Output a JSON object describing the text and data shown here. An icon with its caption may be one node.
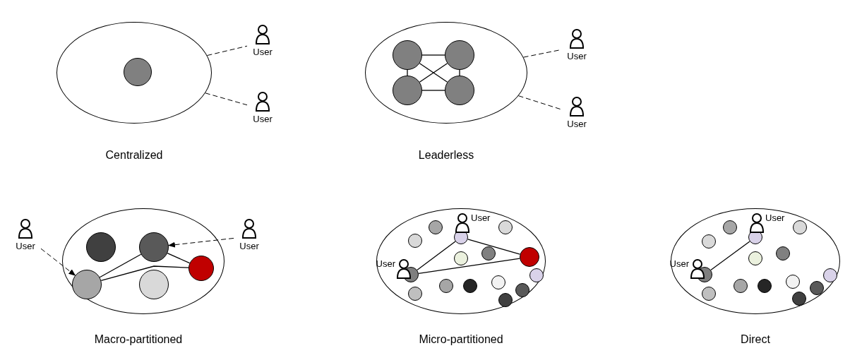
{
  "diagram": {
    "nodes": [
      {
        "text": [],
        "shape": "ellipse"
      },
      {
        "text": [],
        "shape": "circle",
        "in": 0
      },
      {
        "text": [
          "User"
        ]
      },
      {
        "text": [
          "User"
        ]
      },
      {
        "text": [],
        "shape": "ellipse"
      },
      {
        "text": [],
        "shape": "circle",
        "in": 4
      },
      {
        "text": [],
        "shape": "circle",
        "in": 4
      },
      {
        "text": [],
        "shape": "circle",
        "in": 4
      },
      {
        "text": [],
        "shape": "circle",
        "in": 4
      },
      {
        "text": [
          "User"
        ]
      },
      {
        "text": [
          "User"
        ]
      },
      {
        "text": [
          "User"
        ]
      },
      {
        "text": [],
        "shape": "ellipse"
      },
      {
        "text": [],
        "shape": "circle",
        "in": 12
      },
      {
        "text": [],
        "shape": "circle",
        "in": 12
      },
      {
        "text": [],
        "shape": "circle",
        "in": 12
      },
      {
        "text": [],
        "shape": "circle",
        "in": 12
      },
      {
        "text": [],
        "shape": "circle",
        "in": 12
      },
      {
        "text": [
          "User"
        ]
      },
      {
        "text": [],
        "shape": "ellipse"
      },
      {
        "text": [],
        "shape": "circle",
        "in": 19
      },
      {
        "text": [
          "User"
        ],
        "in": 19
      },
      {
        "text": [],
        "shape": "circle",
        "in": 19
      },
      {
        "text": [],
        "shape": "circle",
        "in": 19
      },
      {
        "text": [],
        "shape": "circle",
        "in": 19
      },
      {
        "text": [],
        "shape": "circle",
        "in": 19
      },
      {
        "text": [],
        "shape": "circle",
        "in": 19
      },
      {
        "text": [],
        "shape": "circle",
        "in": 19
      },
      {
        "text": [
          "User"
        ],
        "in": 19
      },
      {
        "text": [],
        "shape": "circle",
        "in": 19
      },
      {
        "text": [],
        "shape": "circle",
        "in": 19
      },
      {
        "text": [],
        "shape": "circle",
        "in": 19
      },
      {
        "text": [],
        "shape": "circle",
        "in": 19
      },
      {
        "text": [],
        "shape": "circle",
        "in": 19
      },
      {
        "text": [],
        "shape": "circle",
        "in": 19
      },
      {
        "text": [],
        "shape": "circle",
        "in": 19
      },
      {
        "text": [],
        "shape": "circle",
        "in": 19
      },
      {
        "text": [],
        "shape": "ellipse"
      },
      {
        "text": [],
        "shape": "circle",
        "in": 37
      },
      {
        "text": [
          "User"
        ],
        "in": 37
      },
      {
        "text": [],
        "shape": "circle",
        "in": 37
      },
      {
        "text": [],
        "shape": "circle",
        "in": 37
      },
      {
        "text": [],
        "shape": "circle",
        "in": 37
      },
      {
        "text": [],
        "shape": "circle",
        "in": 37
      },
      {
        "text": [],
        "shape": "circle",
        "in": 37
      },
      {
        "text": [
          "User"
        ],
        "in": 37
      },
      {
        "text": [],
        "shape": "circle",
        "in": 37
      },
      {
        "text": [],
        "shape": "circle",
        "in": 37
      },
      {
        "text": [],
        "shape": "circle",
        "in": 37
      },
      {
        "text": [],
        "shape": "circle",
        "in": 37
      },
      {
        "text": [],
        "shape": "circle",
        "in": 37
      },
      {
        "text": [],
        "shape": "circle",
        "in": 37
      },
      {
        "text": [],
        "shape": "circle",
        "in": 37
      },
      {
        "text": [],
        "shape": "circle",
        "in": 37
      }
    ],
    "edges": [
      {
        "from": 0,
        "to": 2,
        "arrow": "none",
        "style": "dashed"
      },
      {
        "from": 0,
        "to": 3,
        "arrow": "none",
        "style": "dashed"
      },
      {
        "from": 5,
        "to": 6,
        "arrow": "none"
      },
      {
        "from": 7,
        "to": 8,
        "arrow": "none"
      },
      {
        "from": 5,
        "to": 7,
        "arrow": "none"
      },
      {
        "from": 6,
        "to": 8,
        "arrow": "none"
      },
      {
        "from": 5,
        "to": 8,
        "arrow": "none"
      },
      {
        "from": 6,
        "to": 7,
        "arrow": "none"
      },
      {
        "from": 4,
        "to": 9,
        "arrow": "none",
        "style": "dashed"
      },
      {
        "from": 4,
        "to": 10,
        "arrow": "none",
        "style": "dashed"
      },
      {
        "from": 11,
        "to": 15,
        "arrow": "to",
        "style": "dashed"
      },
      {
        "from": 18,
        "to": 14,
        "arrow": "to",
        "style": "dashed"
      },
      {
        "from": 14,
        "to": 17,
        "arrow": "none"
      },
      {
        "from": 14,
        "to": 15,
        "arrow": "none"
      },
      {
        "from": 15,
        "to": 17,
        "arrow": "none"
      },
      {
        "from": 24,
        "to": 26,
        "arrow": "none"
      },
      {
        "from": 24,
        "to": 29,
        "arrow": "none"
      },
      {
        "from": 29,
        "to": 26,
        "arrow": "none"
      },
      {
        "from": 42,
        "to": 46,
        "arrow": "none"
      }
    ],
    "labels": [
      "Centralized",
      "Leaderless",
      "Macro-partitioned",
      "Micro-partitioned",
      "Direct"
    ]
  }
}
